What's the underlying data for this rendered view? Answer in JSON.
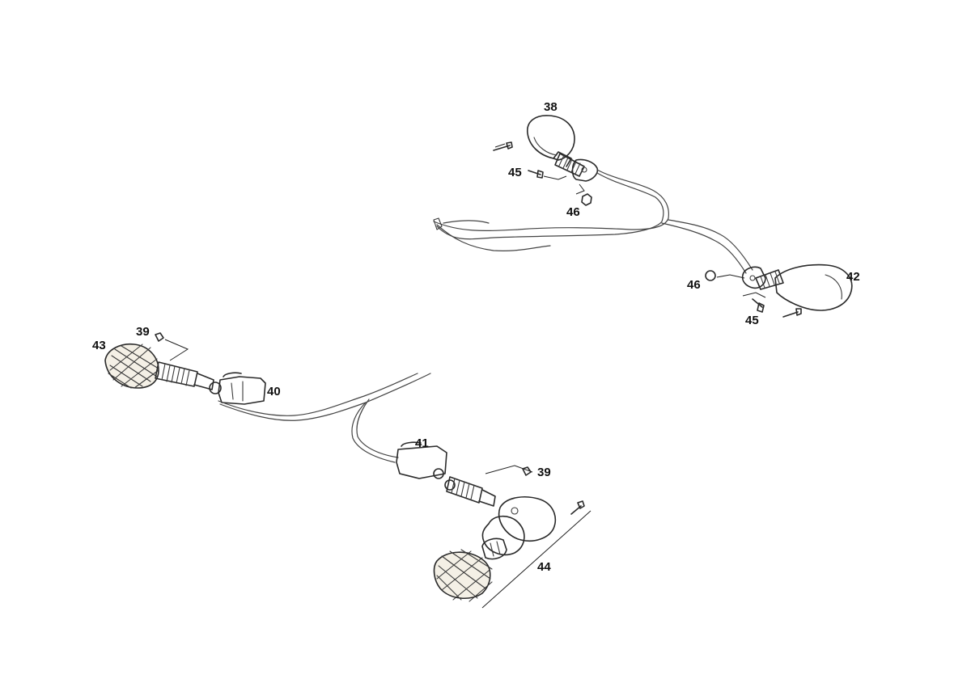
{
  "callouts": {
    "c38": "38",
    "c45_top": "45",
    "c46_top": "46",
    "c46_right": "46",
    "c42": "42",
    "c45_right": "45",
    "c39_left": "39",
    "c43": "43",
    "c40": "40",
    "c41": "41",
    "c39_lower": "39",
    "c44": "44"
  }
}
